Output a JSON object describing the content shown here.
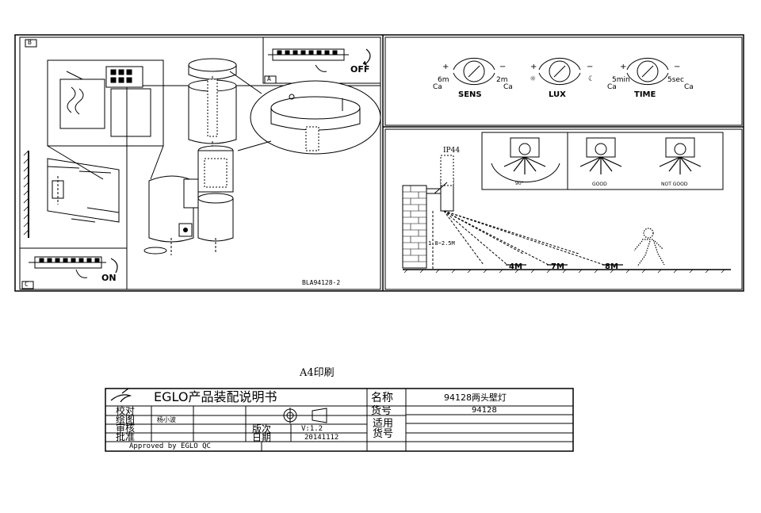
{
  "drawing": {
    "panel_labels": {
      "b": "B",
      "a": "A",
      "c": "C"
    },
    "switch": {
      "off_label": "OFF",
      "on_label": "ON"
    },
    "ref_code": "BLA94128-2",
    "sensor_dials": [
      {
        "left_value": "6m",
        "left_sub": "Ca",
        "right_value": "2m",
        "right_sub": "Ca",
        "label": "SENS",
        "left_sign": "+",
        "right_sign": "−"
      },
      {
        "left_value": "☼",
        "left_sub": "",
        "right_value": "☾",
        "right_sub": "",
        "label": "LUX",
        "left_sign": "+",
        "right_sign": "−"
      },
      {
        "left_value": "5min",
        "left_sub": "Ca",
        "right_value": "5sec",
        "right_sub": "Ca",
        "label": "TIME",
        "left_sign": "+",
        "right_sign": "−"
      }
    ],
    "ip_rating": "IP44",
    "mount_height": "1.8~2.5M",
    "detection_angle": "90°",
    "placement_good": "GOOD",
    "placement_not_good": "NOT GOOD",
    "ranges": [
      "4M",
      "7M",
      "8M"
    ]
  },
  "print_note": "A4印刷",
  "title_block": {
    "title": "EGLO产品装配说明书",
    "name_label": "名称",
    "name_value": "94128两头壁灯",
    "item_label": "货号",
    "item_value": "94128",
    "applicable_label_1": "适用",
    "applicable_label_2": "货号",
    "proof_label": "校对",
    "drawn_label": "绘图",
    "drawn_value": "杨小波",
    "review_label": "审核",
    "approve_label": "批准",
    "version_label": "版次",
    "version_value": "V:1.2",
    "date_label": "日期",
    "date_value": "20141112",
    "approved_by": "Approved by EGLO QC"
  }
}
